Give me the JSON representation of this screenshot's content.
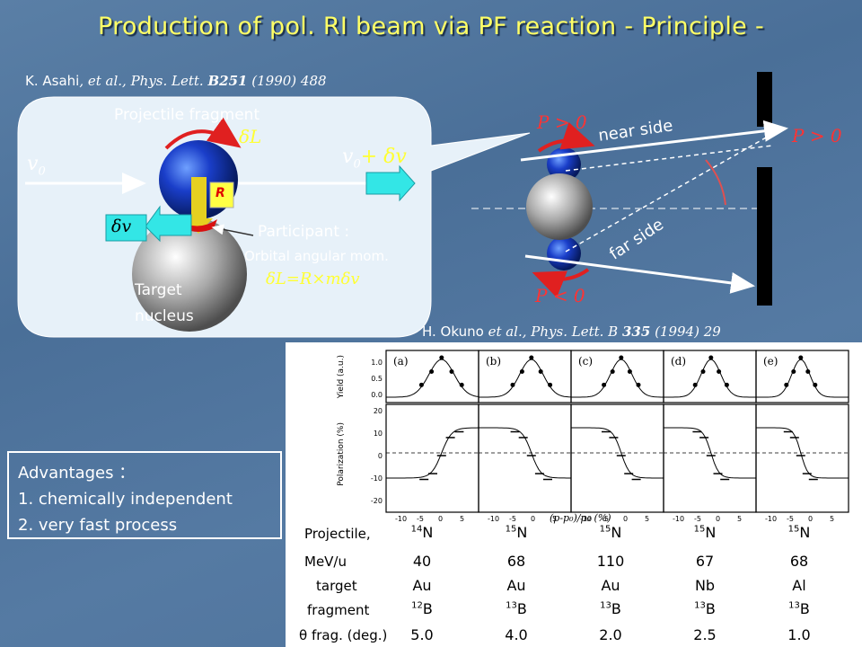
{
  "title": "Production of pol. RI beam via PF reaction - Principle -",
  "ref1": {
    "author": "K. Asahi",
    "etal": ", et al., Phys. Lett.",
    "vol": "B251",
    "rest": "(1990) 488"
  },
  "ref2": {
    "author": "H. Okuno",
    "etal": "et al., Phys. Lett. B",
    "vol": "335",
    "rest": "(1994) 29"
  },
  "bubble": {
    "projectile_fragment": "Projectile fragment",
    "delta_L": "δL",
    "v0": "v",
    "v0_sub": "0",
    "v0_plus": "+ δv",
    "R": "R",
    "delta_v": "δv",
    "participant": "Participant :",
    "orbital": "Orbital angular mom.",
    "formula": "δL=R×mδv",
    "target": "Target",
    "nucleus": "nucleus"
  },
  "right_diagram": {
    "p_pos_top": "P > 0",
    "p_pos_right": "P > 0",
    "p_neg": "P < 0",
    "near": "near side",
    "far": "far side"
  },
  "advantages": {
    "heading": "Advantages ：",
    "items": [
      "1.  chemically independent",
      "2.  very fast process"
    ]
  },
  "graph": {
    "panels": [
      "(a)",
      "(b)",
      "(c)",
      "(d)",
      "(e)"
    ],
    "y_top": "Yield (a.u.)",
    "y_bottom": "Polarization (%)",
    "x_label": "(p-p₀)/p₀ (%)",
    "y_top_ticks": [
      "1.0",
      "0.5",
      "0.0"
    ],
    "y_bottom_ticks": [
      "20",
      "10",
      "0",
      "-10",
      "-20"
    ],
    "x_ticks": [
      "-10",
      "-5",
      "0",
      "5"
    ]
  },
  "table": {
    "row_labels": [
      "Projectile,",
      "MeV/u",
      "target",
      "fragment",
      "θ frag. (deg.)"
    ],
    "projectile": [
      {
        "m": "14",
        "s": "N"
      },
      {
        "m": "15",
        "s": "N"
      },
      {
        "m": "15",
        "s": "N"
      },
      {
        "m": "15",
        "s": "N"
      },
      {
        "m": "15",
        "s": "N"
      }
    ],
    "mev": [
      "40",
      "68",
      "110",
      "67",
      "68"
    ],
    "target": [
      "Au",
      "Au",
      "Au",
      "Nb",
      "Al"
    ],
    "fragment": [
      {
        "m": "12",
        "s": "B"
      },
      {
        "m": "13",
        "s": "B"
      },
      {
        "m": "13",
        "s": "B"
      },
      {
        "m": "13",
        "s": "B"
      },
      {
        "m": "13",
        "s": "B"
      }
    ],
    "theta": [
      "5.0",
      "4.0",
      "2.0",
      "2.5",
      "1.0"
    ]
  }
}
